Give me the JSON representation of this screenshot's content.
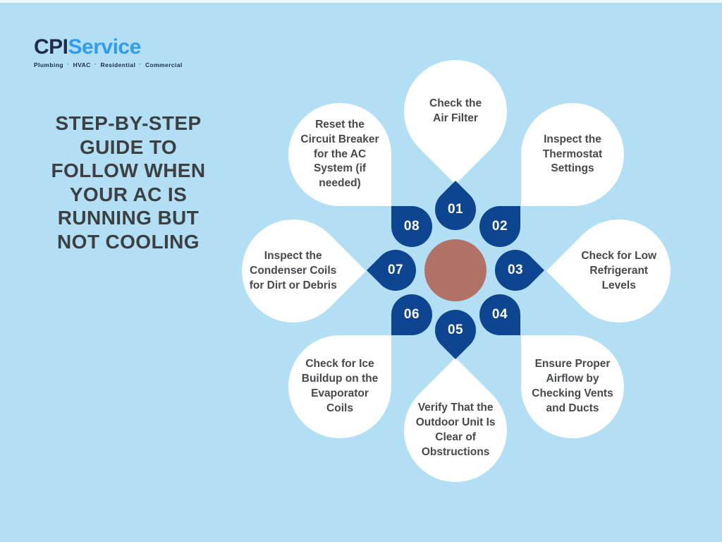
{
  "page": {
    "background_color": "#b2dff3"
  },
  "logo": {
    "name_dark": "CPI",
    "name_accent": "Service",
    "tagline": [
      "Plumbing",
      "HVAC",
      "Residential",
      "Commercial"
    ],
    "separator": "·",
    "dark_color": "#1f2c4d",
    "accent_color": "#2f9ced"
  },
  "title": {
    "lines": [
      "STEP-BY-STEP",
      "GUIDE TO",
      "FOLLOW WHEN",
      "YOUR AC IS",
      "RUNNING BUT",
      "NOT COOLING"
    ]
  },
  "diagram": {
    "center_color": "#b17164",
    "drop_color": "#0e4590",
    "petal_color": "#ffffff",
    "steps": [
      {
        "number": "01",
        "label": "Check the Air Filter"
      },
      {
        "number": "02",
        "label": "Inspect the Thermostat Settings"
      },
      {
        "number": "03",
        "label": "Check for Low Refrigerant Levels"
      },
      {
        "number": "04",
        "label": "Ensure Proper Airflow by Checking Vents and Ducts"
      },
      {
        "number": "05",
        "label": "Verify That the Outdoor Unit Is Clear of Obstructions"
      },
      {
        "number": "06",
        "label": "Check for Ice Buildup on the Evaporator Coils"
      },
      {
        "number": "07",
        "label": "Inspect the Condenser Coils for Dirt or Debris"
      },
      {
        "number": "08",
        "label": "Reset the Circuit Breaker for the AC System (if needed)"
      }
    ]
  }
}
